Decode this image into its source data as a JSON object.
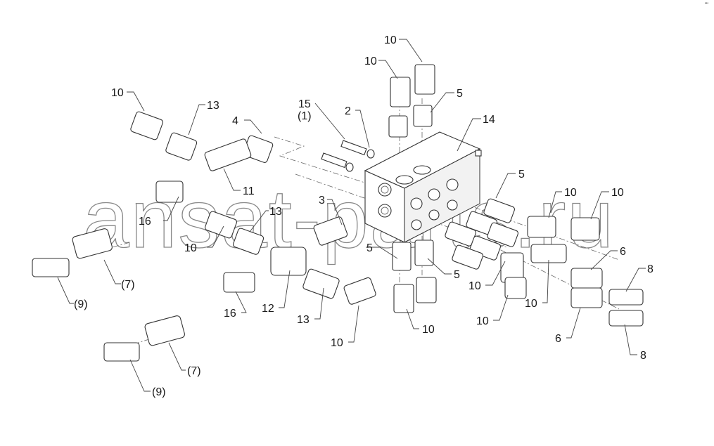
{
  "diagram": {
    "title": "Hydraulic valve block assembly - exploded view",
    "corner_mark": "•••",
    "watermark": "ansat-parts.ru",
    "colors": {
      "line": "#333333",
      "background": "#ffffff",
      "watermark": "#888888"
    },
    "callouts": [
      {
        "id": "c1",
        "text": "10"
      },
      {
        "id": "c2",
        "text": "10"
      },
      {
        "id": "c3",
        "text": "5"
      },
      {
        "id": "c4",
        "text": "14"
      },
      {
        "id": "c5",
        "text": "15"
      },
      {
        "id": "c5b",
        "text": "(1)"
      },
      {
        "id": "c6",
        "text": "2"
      },
      {
        "id": "c7",
        "text": "10"
      },
      {
        "id": "c8",
        "text": "13"
      },
      {
        "id": "c9",
        "text": "4"
      },
      {
        "id": "c10",
        "text": "11"
      },
      {
        "id": "c11",
        "text": "3"
      },
      {
        "id": "c12",
        "text": "16"
      },
      {
        "id": "c13",
        "text": "13"
      },
      {
        "id": "c14",
        "text": "10"
      },
      {
        "id": "c15",
        "text": "(7)"
      },
      {
        "id": "c16",
        "text": "(9)"
      },
      {
        "id": "c17",
        "text": "12"
      },
      {
        "id": "c18",
        "text": "16"
      },
      {
        "id": "c19",
        "text": "13"
      },
      {
        "id": "c20",
        "text": "10"
      },
      {
        "id": "c21",
        "text": "5"
      },
      {
        "id": "c22",
        "text": "5"
      },
      {
        "id": "c23",
        "text": "10"
      },
      {
        "id": "c24",
        "text": "5"
      },
      {
        "id": "c25",
        "text": "10"
      },
      {
        "id": "c26",
        "text": "10"
      },
      {
        "id": "c27",
        "text": "10"
      },
      {
        "id": "c28",
        "text": "10"
      },
      {
        "id": "c29",
        "text": "10"
      },
      {
        "id": "c30",
        "text": "6"
      },
      {
        "id": "c31",
        "text": "6"
      },
      {
        "id": "c32",
        "text": "8"
      },
      {
        "id": "c33",
        "text": "8"
      },
      {
        "id": "c34",
        "text": "(7)"
      },
      {
        "id": "c35",
        "text": "(9)"
      }
    ]
  }
}
